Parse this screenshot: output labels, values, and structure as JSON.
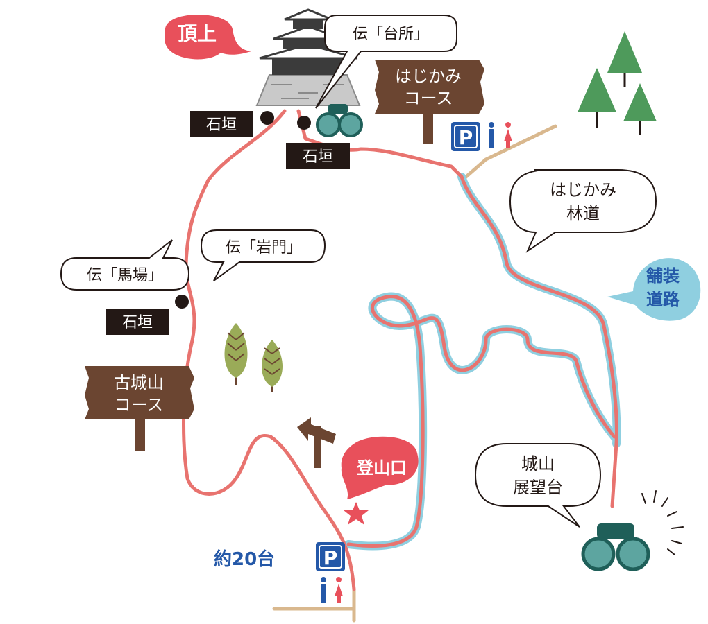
{
  "callouts": {
    "summit": "頂上",
    "trailhead": "登山口",
    "paved_road": [
      "舗装",
      "道路"
    ]
  },
  "signposts": {
    "hajikami_course": [
      "はじかみ",
      "コース"
    ],
    "kojoyama_course": [
      "古城山",
      "コース"
    ]
  },
  "speech_bubbles": {
    "daidokoro": "伝「台所」",
    "iwamon": "伝「岩門」",
    "baba": "伝「馬場」",
    "hajikami_rindo": [
      "はじかみ",
      "林道"
    ],
    "observatory": [
      "城山",
      "展望台"
    ]
  },
  "stone_wall_label": "石垣",
  "parking": {
    "symbol": "P",
    "capacity": "約20台"
  },
  "colors": {
    "trail": "#e8736f",
    "paved_road": "#8fcfe0",
    "sign_wood": "#6b4531",
    "dark_tag": "#231815",
    "parking_blue": "#2458a8",
    "callout_red": "#e8505b",
    "text_blue": "#2458a8",
    "restroom_male": "#2458a8",
    "restroom_female": "#e8505b",
    "tree_green": "#4e9a5b",
    "tree_olive": "#9aab58",
    "dirt_road": "#d9b88e"
  },
  "icons": [
    "castle-icon",
    "binoculars-icon",
    "parking-icon",
    "restroom-icon",
    "tree-icon",
    "direction-arrow-icon",
    "star-icon"
  ]
}
